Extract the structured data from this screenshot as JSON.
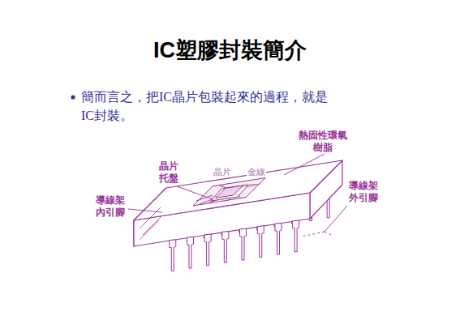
{
  "diagram": {
    "title": "IC塑膠封裝簡介",
    "labels": [
      "簡而言之，把IC晶片包裝起來的過程，就是 IC封裝。",
      "熱固性環氧 樹脂",
      "晶片 托盤",
      "導線架 內引腳",
      "晶片",
      "金線",
      "導線架 外引腳"
    ]
  }
}
